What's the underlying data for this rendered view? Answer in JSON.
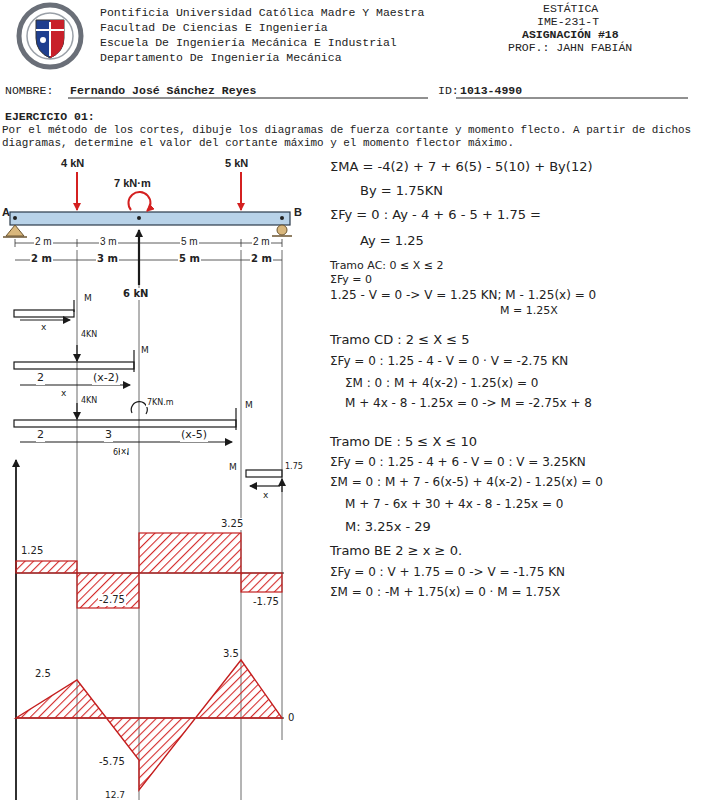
{
  "diagram": {
    "labels": [
      "Pontificia Universidad Católica Madre Y Maestra",
      "Facultad De Ciencias E Ingeniería",
      "Escuela De Ingeniería Mecánica E Industrial",
      "Departamento De Ingeniería Mecánica",
      "ESTÁTICA",
      "IME-231-T",
      "ASIGNACIÓN #18",
      "PROF.: JAHN FABIÁN",
      "NOMBRE:",
      "Fernando José Sánchez Reyes",
      "ID:",
      "1013-4990",
      "EJERCICIO 01:",
      "Por el método de los cortes, dibuje los diagramas de fuerza cortante y momento flecto. A partir de dichos diagramas, determine el valor del cortante máximo y el momento flector máximo.",
      "4 kN",
      "7 kN·m",
      "5 kN",
      "A",
      "B",
      "2 m",
      "3 m",
      "5 m",
      "2 m",
      "2 m",
      "3 m",
      "5 m",
      "2 m",
      "6 kN",
      "M",
      "x",
      "4KN",
      "M",
      "2",
      "(x-2)",
      "x",
      "4KN",
      "7KN.m",
      "M",
      "2",
      "3",
      "(x-5)",
      "6KN",
      "x",
      "M",
      "1.75",
      "x",
      "ΣMA = -4(2) + 7 + 6(5) - 5(10) + By(12)",
      "By = 1.75KN",
      "ΣFy = 0 : Ay - 4 + 6 - 5 + 1.75 =",
      "Ay = 1.25",
      "Tramo AC: 0 ≤ X ≤ 2",
      "ΣFy = 0",
      "1.25 - V = 0 -> V = 1.25 KN; M - 1.25(x) = 0",
      "M = 1.25X",
      "Tramo CD : 2 ≤ X ≤ 5",
      "ΣFy = 0 : 1.25 - 4 - V = 0 · V = -2.75 KN",
      "ΣM : 0 : M + 4(x-2) - 1.25(x) = 0",
      "M + 4x - 8 - 1.25x = 0 -> M = -2.75x + 8",
      "Tramo DE : 5 ≤ X ≤ 10",
      "ΣFy = 0 : 1.25 - 4 + 6 - V = 0 : V = 3.25KN",
      "ΣM = 0 : M + 7 - 6(x-5) + 4(x-2) - 1.25(x) = 0",
      "M + 7 - 6x + 30 + 4x - 8 - 1.25x = 0",
      "M: 3.25x - 29",
      "Tramo BE 2 ≥ x ≥ 0.",
      "ΣFy = 0 : V + 1.75 = 0 -> V = -1.75 KN",
      "ΣM = 0 : -M + 1.75(x) = 0 · M = 1.75X",
      "1.25",
      "-2.75",
      "3.25",
      "-1.75",
      "2.5",
      "-5.75",
      "12.7",
      "3.5",
      "0"
    ]
  }
}
